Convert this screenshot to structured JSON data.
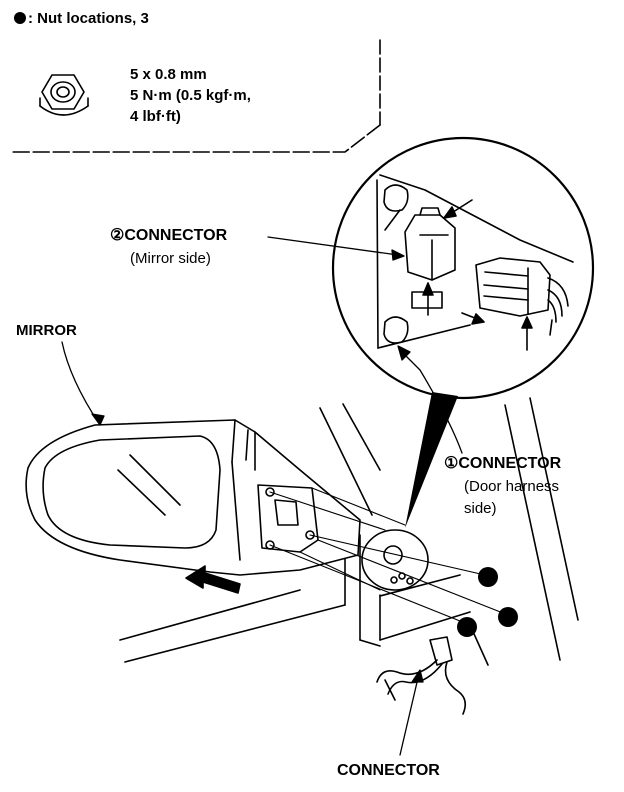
{
  "legend": {
    "marker_symbol": "●",
    "text": ": Nut locations, 3"
  },
  "spec": {
    "size": "5 x 0.8 mm",
    "torque_line1": "5 N·m (0.5 kgf·m,",
    "torque_line2": "4 lbf·ft)"
  },
  "labels": {
    "mirror": "MIRROR",
    "connector2_title": "②CONNECTOR",
    "connector2_sub": "(Mirror side)",
    "connector1_title": "①CONNECTOR",
    "connector1_sub1": "(Door harness",
    "connector1_sub2": "side)",
    "connector_bottom": "CONNECTOR"
  },
  "colors": {
    "ink": "#000000",
    "paper": "#ffffff"
  }
}
